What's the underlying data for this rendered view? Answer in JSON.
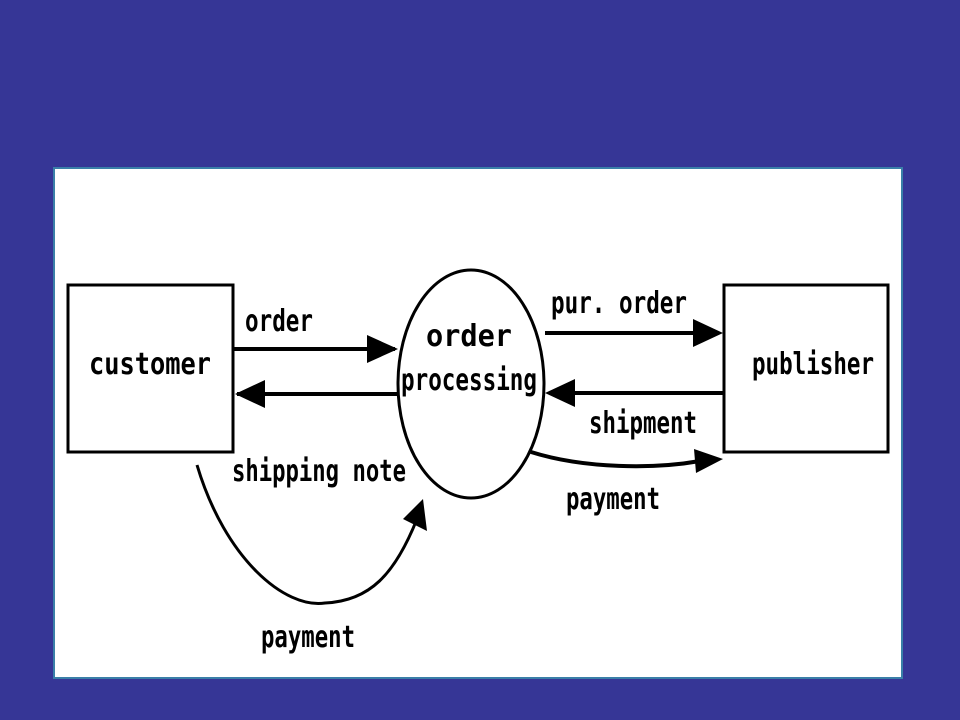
{
  "colors": {
    "slide_background": "#363696",
    "frame_border": "#3a7fa8",
    "diagram_background": "#ffffff",
    "ink": "#000000"
  },
  "diagram": {
    "nodes": {
      "customer": "customer",
      "process_line1": "order",
      "process_line2": "processing",
      "publisher": "publisher"
    },
    "flows": {
      "order": "order",
      "shipping_note": "shipping note",
      "customer_payment": "payment",
      "purchase_order": "pur. order",
      "shipment": "shipment",
      "publisher_payment": "payment"
    }
  }
}
